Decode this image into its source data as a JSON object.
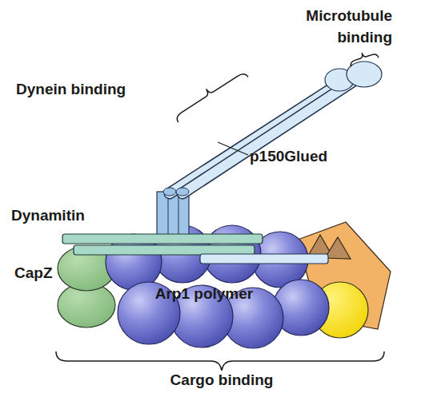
{
  "diagram": {
    "nodes": [
      {
        "text": [
          "CapZ"
        ]
      },
      {
        "text": [
          "Arp1 polymer"
        ]
      }
    ],
    "labels": [
      "Microtubule binding",
      "Dynein binding",
      "p150Glued",
      "Dynamitin",
      "Cargo binding"
    ]
  }
}
